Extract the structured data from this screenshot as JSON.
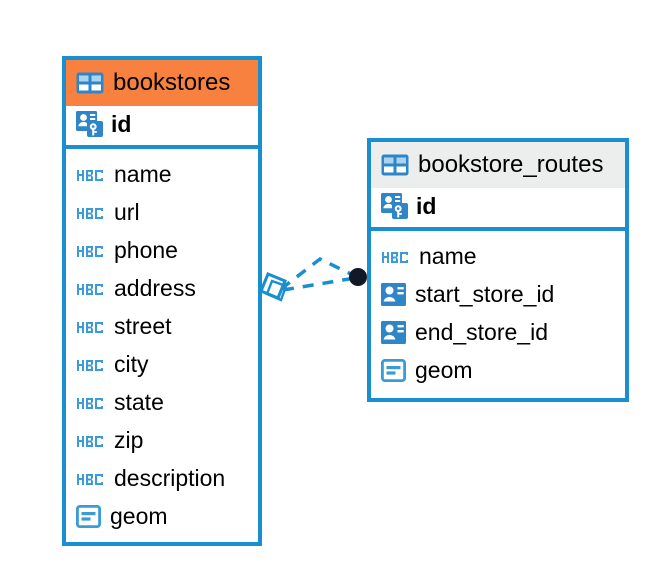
{
  "diagram": {
    "type": "entity-relationship-diagram",
    "background_color": "#ffffff",
    "accent_color": "#1a8fd0",
    "header_highlight_color": "#f9813f",
    "header_default_color": "#eceded"
  },
  "tables": [
    {
      "name": "bookstores",
      "header_icon": "table-icon",
      "header_state": "selected",
      "primary_key": {
        "label": "id",
        "icon": "primary-key-icon"
      },
      "fields": [
        {
          "label": "name",
          "icon": "abc-text-icon"
        },
        {
          "label": "url",
          "icon": "abc-text-icon"
        },
        {
          "label": "phone",
          "icon": "abc-text-icon"
        },
        {
          "label": "address",
          "icon": "abc-text-icon"
        },
        {
          "label": "street",
          "icon": "abc-text-icon"
        },
        {
          "label": "city",
          "icon": "abc-text-icon"
        },
        {
          "label": "state",
          "icon": "abc-text-icon"
        },
        {
          "label": "zip",
          "icon": "abc-text-icon"
        },
        {
          "label": "description",
          "icon": "abc-text-icon"
        },
        {
          "label": "geom",
          "icon": "geometry-icon"
        }
      ]
    },
    {
      "name": "bookstore_routes",
      "header_icon": "table-icon",
      "header_state": "default",
      "primary_key": {
        "label": "id",
        "icon": "primary-key-icon"
      },
      "fields": [
        {
          "label": "name",
          "icon": "abc-text-icon"
        },
        {
          "label": "start_store_id",
          "icon": "foreign-key-icon"
        },
        {
          "label": "end_store_id",
          "icon": "foreign-key-icon"
        },
        {
          "label": "geom",
          "icon": "geometry-icon"
        }
      ]
    }
  ],
  "relationship": {
    "style": "dashed",
    "line_color": "#1a8fd0",
    "source_endpoint": "diamond-handle",
    "target_endpoint": "filled-circle-handle",
    "target_endpoint_color": "#111827"
  }
}
